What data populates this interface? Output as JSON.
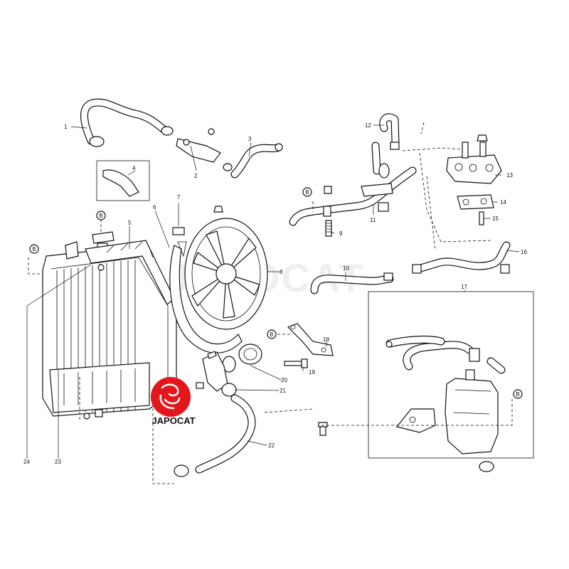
{
  "callouts": {
    "p1": "1",
    "p2": "2",
    "p3": "3",
    "p4": "4",
    "p5": "5",
    "p6": "6",
    "p7": "7",
    "p8": "8",
    "p9": "9",
    "p10": "10",
    "p11": "11",
    "p12": "12",
    "p13": "13",
    "p14": "14",
    "p15": "15",
    "p16": "16",
    "p17": "17",
    "p18": "18",
    "p19": "19",
    "p20": "20",
    "p21": "21",
    "p22": "22",
    "p23": "23",
    "p24": "24"
  },
  "ref_marker": "B",
  "watermark": "JAPOCAT",
  "logo": {
    "text": "JAPOCAT",
    "color": "#e3161b"
  }
}
